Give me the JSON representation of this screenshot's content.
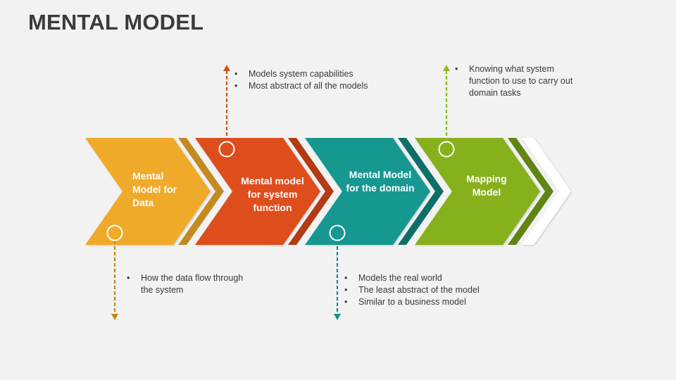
{
  "title": "MENTAL MODEL",
  "colors": {
    "background": "#f2f2f2",
    "stage1": "#f0aa2c",
    "stage2": "#de4e1e",
    "stage3": "#129891",
    "stage4": "#86b11a",
    "dash1": "#c8860f",
    "dash2": "#d0531b",
    "dash3": "#148f88",
    "dash4": "#8fba1e"
  },
  "stages": [
    {
      "label": "Mental Model for Data",
      "notes": [
        "How the data flow through the system"
      ]
    },
    {
      "label": "Mental model for system function",
      "notes": [
        "Models system capabilities",
        "Most abstract of all the models"
      ]
    },
    {
      "label": "Mental Model for the domain",
      "notes": [
        "Models the real world",
        "The least abstract of the model",
        "Similar to a business model"
      ]
    },
    {
      "label": "Mapping Model",
      "notes": [
        "Knowing what system function to use to carry out domain tasks"
      ]
    }
  ]
}
